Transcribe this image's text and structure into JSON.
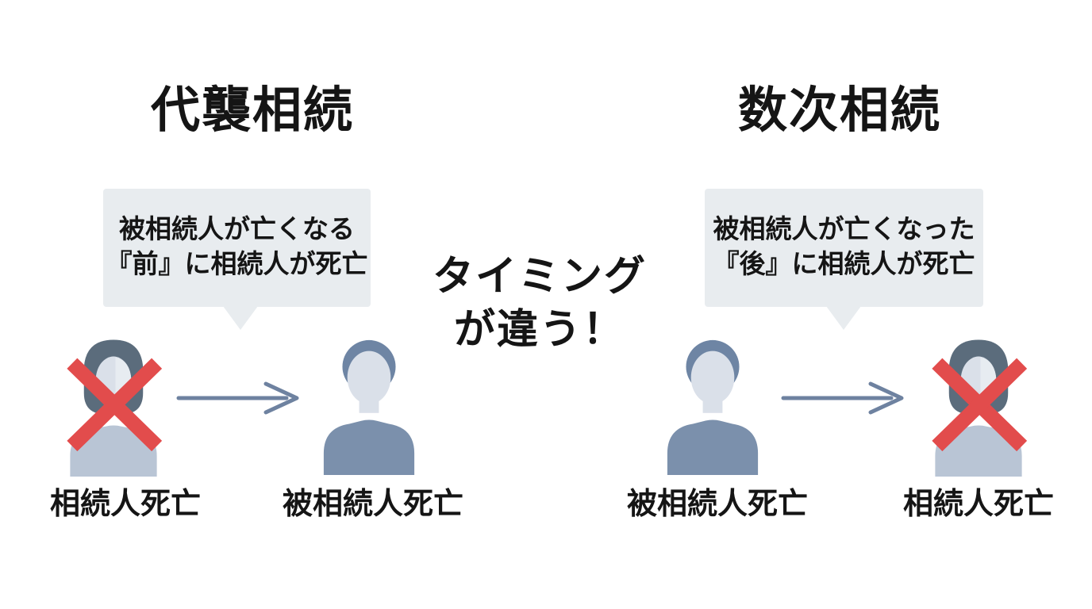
{
  "colors": {
    "bubble_bg": "#e8ecef",
    "text_black": "#151515",
    "hair_man": "#6e85a4",
    "hair_woman": "#5b6c7c",
    "face": "#dae0e9",
    "face_highlight": "#e7ecf1",
    "body_man": "#7b90ac",
    "body_woman": "#b9c5d5",
    "cross_red": "#e24c4c",
    "arrow_blue": "#6e82a0",
    "background": "#ffffff"
  },
  "left_section": {
    "title": "代襲相続",
    "bubble": {
      "line1": "被相続人が亡くなる",
      "line2": "『前』に相続人が死亡"
    },
    "persons": [
      {
        "label": "相続人死亡",
        "type": "woman",
        "deceased_mark": true
      },
      {
        "label": "被相続人死亡",
        "type": "man",
        "deceased_mark": false
      }
    ]
  },
  "right_section": {
    "title": "数次相続",
    "bubble": {
      "line1": "被相続人が亡くなった",
      "line2": "『後』に相続人が死亡"
    },
    "persons": [
      {
        "label": "被相続人死亡",
        "type": "man",
        "deceased_mark": false
      },
      {
        "label": "相続人死亡",
        "type": "woman",
        "deceased_mark": true
      }
    ]
  },
  "center_note": {
    "line1": "タイミング",
    "line2": "が違う！"
  }
}
